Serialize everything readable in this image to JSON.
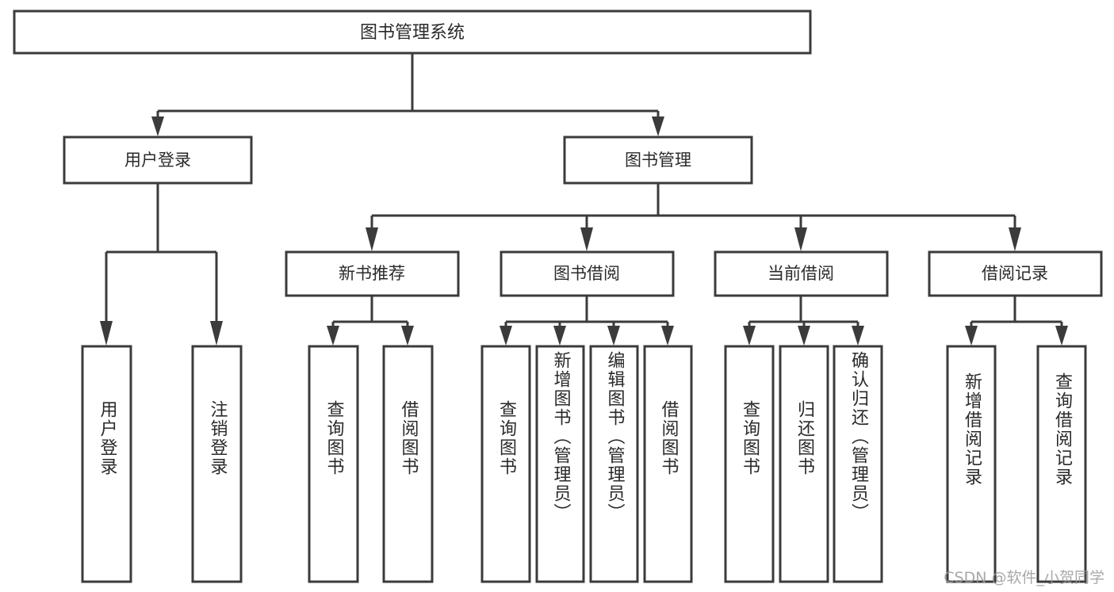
{
  "diagram": {
    "title": "图书管理系统",
    "type": "tree",
    "orientation": "top-down",
    "colors": {
      "stroke": "#3b3b3b",
      "box_fill": "#ffffff",
      "text": "#2a2a2a",
      "background": "#ffffff",
      "watermark": "#9a9a9a"
    },
    "root": {
      "label": "图书管理系统"
    },
    "level2": [
      {
        "label": "用户登录"
      },
      {
        "label": "图书管理"
      }
    ],
    "level3": [
      {
        "label": "新书推荐"
      },
      {
        "label": "图书借阅"
      },
      {
        "label": "当前借阅"
      },
      {
        "label": "借阅记录"
      }
    ],
    "leaves": {
      "user_login": [
        {
          "label": "用户登录"
        },
        {
          "label": "注销登录"
        }
      ],
      "new_book_recommend": [
        {
          "label": "查询图书"
        },
        {
          "label": "借阅图书"
        }
      ],
      "book_borrow": [
        {
          "label": "查询图书"
        },
        {
          "label": "新增图书（管理员）"
        },
        {
          "label": "编辑图书（管理员）"
        },
        {
          "label": "借阅图书"
        }
      ],
      "current_borrow": [
        {
          "label": "查询图书"
        },
        {
          "label": "归还图书"
        },
        {
          "label": "确认归还（管理员）"
        }
      ],
      "borrow_record": [
        {
          "label": "新增借阅记录"
        },
        {
          "label": "查询借阅记录"
        }
      ]
    }
  },
  "watermark": {
    "text": "CSDN @软件_小贺同学"
  }
}
